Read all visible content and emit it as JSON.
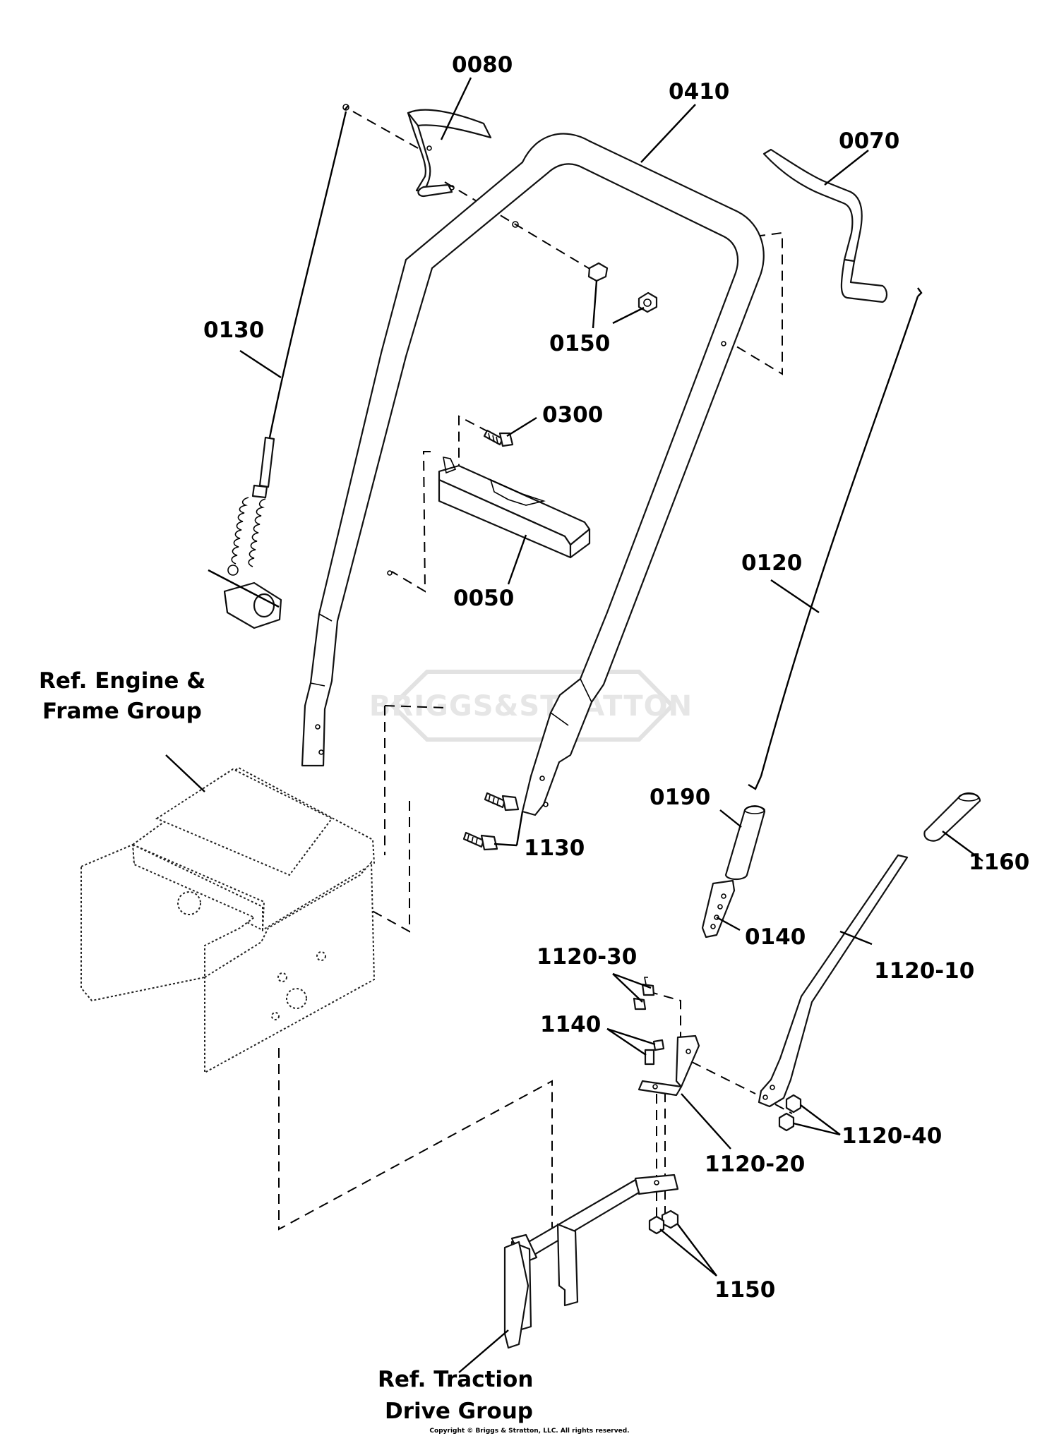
{
  "labels": {
    "p0080": "0080",
    "p0410": "0410",
    "p0070": "0070",
    "p0130": "0130",
    "p0150": "0150",
    "p0300": "0300",
    "p0050": "0050",
    "p0120": "0120",
    "p0190": "0190",
    "p1160": "1160",
    "p1130": "1130",
    "p0140": "0140",
    "p1120_30": "1120-30",
    "p1120_10": "1120-10",
    "p1140": "1140",
    "p1120_40": "1120-40",
    "p1120_20": "1120-20",
    "p1150": "1150"
  },
  "refs": {
    "engine_line1": "Ref. Engine &",
    "engine_line2": "Frame Group",
    "traction_line1": "Ref. Traction",
    "traction_line2": "Drive Group"
  },
  "watermark": {
    "brand": "BRIGGS&STRATTON"
  },
  "footer": {
    "copyright": "Copyright © Briggs & Stratton, LLC. All rights reserved."
  }
}
